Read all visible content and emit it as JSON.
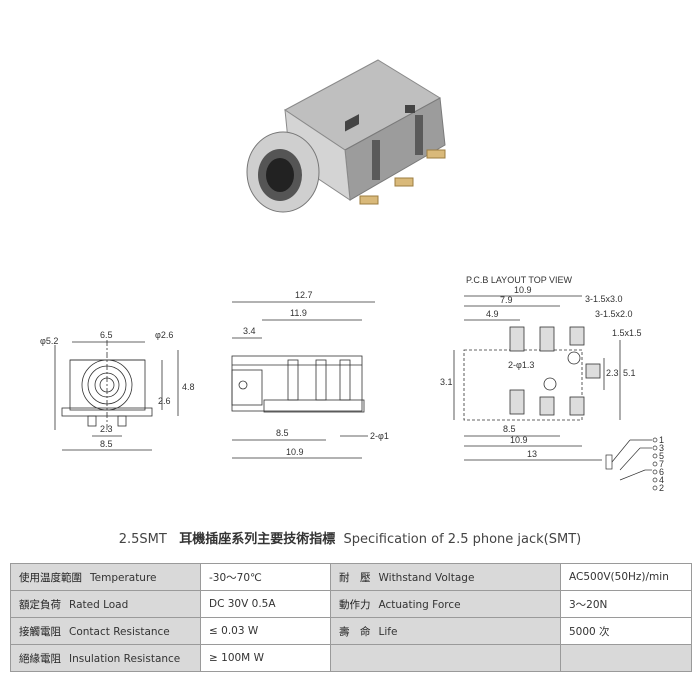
{
  "drawings": {
    "pcb_title": "P.C.B LAYOUT TOP VIEW",
    "front_dims": [
      "6.5",
      "φ5.2",
      "φ2.6",
      "4.8",
      "2.6",
      "2.3",
      "8.5"
    ],
    "side_dims": [
      "12.7",
      "11.9",
      "3.4",
      "8.5",
      "2-φ1",
      "10.9"
    ],
    "pcb_dims": [
      "10.9",
      "7.9",
      "4.9",
      "3-1.5x3.0",
      "3-1.5x2.0",
      "1.5x1.5",
      "2-φ1.3",
      "3.1",
      "2.3",
      "5.1",
      "8.5",
      "10.9",
      "13"
    ],
    "pin_labels": [
      "1",
      "3",
      "5",
      "7",
      "6",
      "4",
      "2"
    ]
  },
  "spec": {
    "title_prefix": "2.5SMT",
    "title_cn": "耳機插座系列主要技術指標",
    "title_en": "Specification of 2.5 phone jack(SMT)",
    "rows": [
      {
        "l1_cn": "使用温度範圍",
        "l1_en": "Temperature",
        "v1": "-30～70℃",
        "l2_cn": "耐　壓",
        "l2_en": "Withstand Voltage",
        "v2": "AC500V(50Hz)/min"
      },
      {
        "l1_cn": "額定負荷",
        "l1_en": "Rated Load",
        "v1": "DC  30V  0.5A",
        "l2_cn": "動作力",
        "l2_en": "Actuating Force",
        "v2": "3～20N"
      },
      {
        "l1_cn": "接觸電阻",
        "l1_en": "Contact Resistance",
        "v1": "≤ 0.03 W",
        "l2_cn": "壽　命",
        "l2_en": "Life",
        "v2": "5000 次"
      },
      {
        "l1_cn": "絕緣電阻",
        "l1_en": "Insulation Resistance",
        "v1": "≥ 100M W",
        "l2_cn": "",
        "l2_en": "",
        "v2": ""
      }
    ]
  }
}
